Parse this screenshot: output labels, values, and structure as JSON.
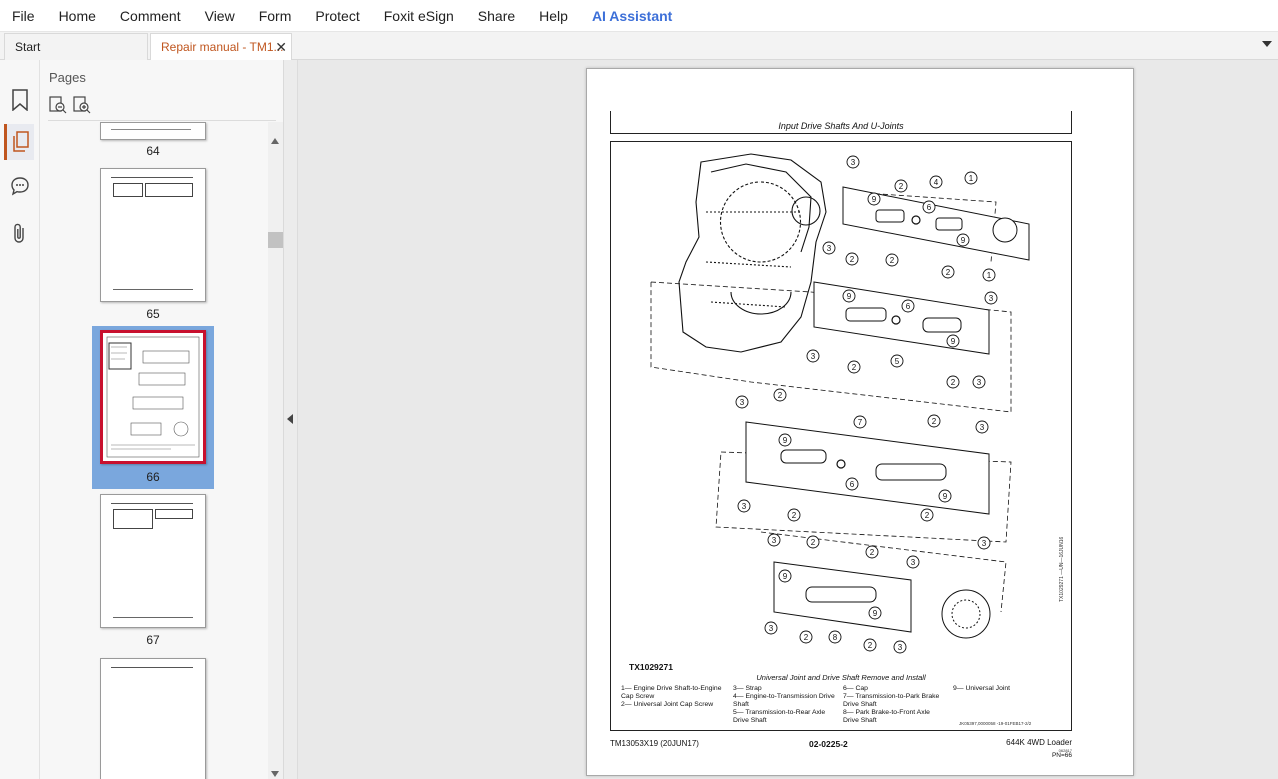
{
  "menu": [
    "File",
    "Home",
    "Comment",
    "View",
    "Form",
    "Protect",
    "Foxit eSign",
    "Share",
    "Help"
  ],
  "menu_ai": "AI Assistant",
  "tabs": {
    "start": "Start",
    "active": "Repair manual - TM1...",
    "close": "✕"
  },
  "rail_icons": [
    "bookmark-icon",
    "pages-icon",
    "comment-icon",
    "attachment-icon"
  ],
  "pages_panel": {
    "title": "Pages",
    "thumb_labels": [
      "64",
      "65",
      "66",
      "67"
    ]
  },
  "document": {
    "section_title": "Input Drive Shafts And U-Joints",
    "figure_code": "TX1029271",
    "figure_vertical_code": "TX1029271 —UN—16JUN16",
    "caption": "Universal Joint and Drive Shaft Remove and Install",
    "legend": [
      [
        "1— Engine Drive Shaft-to-Engine",
        "    Cap Screw",
        "2— Universal Joint Cap Screw"
      ],
      [
        "3— Strap",
        "4— Engine-to-Transmission Drive",
        "    Shaft",
        "5— Transmission-to-Rear Axle",
        "    Drive Shaft"
      ],
      [
        "6— Cap",
        "7— Transmission-to-Park Brake",
        "    Drive Shaft",
        "8— Park Brake-to-Front Axle",
        "    Drive Shaft"
      ],
      [
        "9— Universal Joint"
      ]
    ],
    "legend_ref": "JK05397,0000058 -19-01FEB17-2/2",
    "footer_left": "TM13053X19 (20JUN17)",
    "footer_mid": "02-0225-2",
    "footer_right": "644K 4WD Loader",
    "footer_small": "062817",
    "footer_pn": "PN=66"
  }
}
